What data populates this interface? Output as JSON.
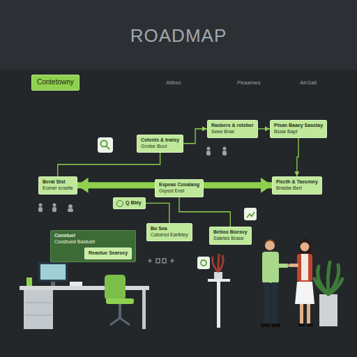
{
  "diagram": {
    "title": "ROADMAP",
    "nodes": [
      {
        "text": [
          "Contetowny"
        ]
      },
      {
        "text": [
          "Cotents & tnaisy",
          "Grotse Bout"
        ]
      },
      {
        "text": [
          "Rasbers & roteber",
          "Seee Brae"
        ]
      },
      {
        "text": [
          "Ptsan Baaey Sasstay",
          "Bssie Bapt"
        ]
      },
      {
        "text": [
          "Beral Stst",
          "Eomer sroelte"
        ]
      },
      {
        "text": [
          "Espeas Cosalang",
          "Grpsst Enst"
        ]
      },
      {
        "text": [
          "Flecth & Taeomny",
          "Brasbe Bert"
        ]
      },
      {
        "text": [
          "Q Bbly"
        ]
      },
      {
        "text": [
          "Bo Sea",
          "Catoirsd Eartbley"
        ]
      },
      {
        "text": [
          "Betioo Boesvy",
          "Saletes Brase"
        ]
      },
      {
        "text": [
          "Constuel",
          "Coostuesl Bastuell"
        ]
      },
      {
        "text": [
          "Reastue Searsey"
        ],
        "in": 10
      }
    ],
    "edges": [
      {
        "from": 1,
        "to": 2,
        "arrow": "to"
      },
      {
        "from": 2,
        "to": 3,
        "arrow": "to"
      },
      {
        "from": 4,
        "to": 6,
        "arrow": "both"
      },
      {
        "from": 1,
        "to": 4,
        "arrow": "none"
      },
      {
        "from": 3,
        "to": 6,
        "arrow": "to"
      },
      {
        "from": 5,
        "to": 9,
        "arrow": "none"
      },
      {
        "from": 7,
        "to": 8,
        "arrow": "none"
      }
    ],
    "labels": [
      "Aitbsz",
      "Peaames",
      "AirGall"
    ]
  }
}
